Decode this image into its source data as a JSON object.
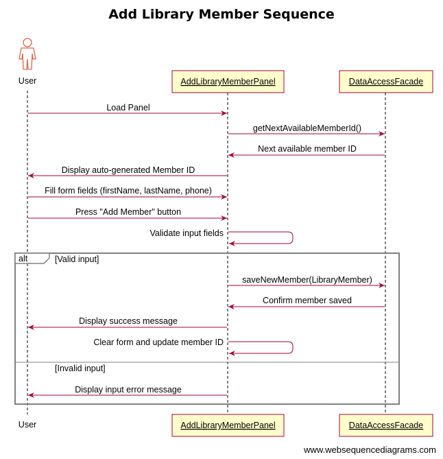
{
  "title": "Add Library Member Sequence",
  "participants": [
    {
      "id": "user",
      "label": "User",
      "kind": "actor"
    },
    {
      "id": "panel",
      "label": "AddLibraryMemberPanel",
      "kind": "box"
    },
    {
      "id": "facade",
      "label": "DataAccessFacade",
      "kind": "box"
    }
  ],
  "messages": [
    {
      "from": "user",
      "to": "panel",
      "label": "Load Panel"
    },
    {
      "from": "panel",
      "to": "facade",
      "label": "getNextAvailableMemberId()"
    },
    {
      "from": "facade",
      "to": "panel",
      "label": "Next available member ID"
    },
    {
      "from": "panel",
      "to": "user",
      "label": "Display auto-generated Member ID"
    },
    {
      "from": "user",
      "to": "panel",
      "label": "Fill form fields (firstName, lastName, phone)"
    },
    {
      "from": "user",
      "to": "panel",
      "label": "Press \"Add Member\" button"
    },
    {
      "from": "panel",
      "to": "panel",
      "label": "Validate input fields"
    },
    {
      "from": "panel",
      "to": "facade",
      "label": "saveNewMember(LibraryMember)"
    },
    {
      "from": "facade",
      "to": "panel",
      "label": "Confirm member saved"
    },
    {
      "from": "panel",
      "to": "user",
      "label": "Display success message"
    },
    {
      "from": "panel",
      "to": "panel",
      "label": "Clear form and update member ID"
    },
    {
      "from": "panel",
      "to": "user",
      "label": "Display input error message"
    }
  ],
  "alt_fragment": {
    "keyword": "alt",
    "conditions": [
      "[Valid input]",
      "[Invalid input]"
    ]
  },
  "watermark": "www.websequencediagrams.com",
  "colors": {
    "arrow": "#a2003a",
    "box_fill": "#ffffcc",
    "box_border": "#a2003a",
    "actor": "#d9664a",
    "frame": "#808080"
  }
}
